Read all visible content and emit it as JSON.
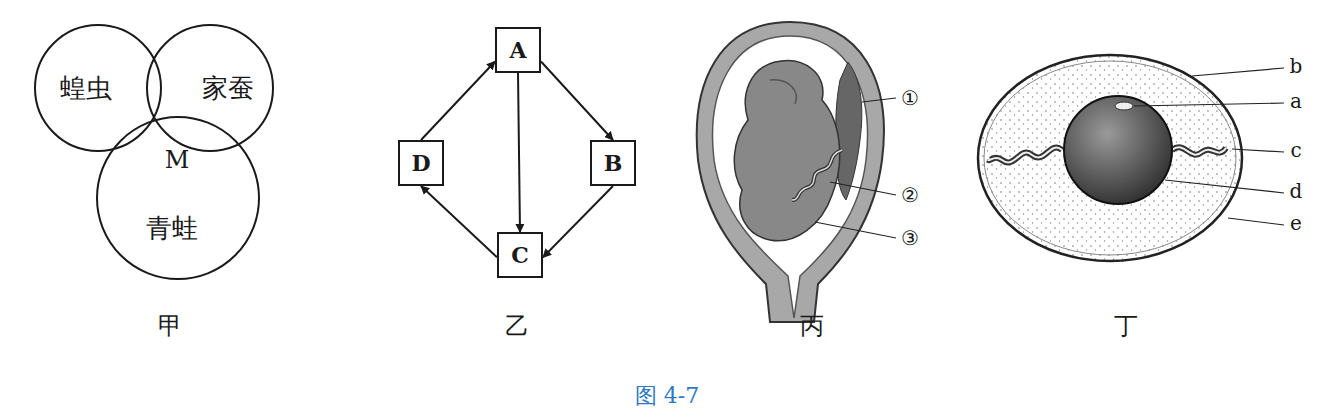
{
  "diagram": {
    "caption": "图 4-7",
    "nodes": [
      {
        "text": [
          "蝗虫"
        ]
      },
      {
        "text": [
          "家蚕"
        ]
      },
      {
        "text": [
          "青蛙"
        ]
      },
      {
        "text": [
          "A"
        ]
      },
      {
        "text": [
          "D"
        ]
      },
      {
        "text": [
          "B"
        ]
      },
      {
        "text": [
          "C"
        ]
      }
    ],
    "edges": [
      {
        "from": 3,
        "to": 5,
        "arrow": "to"
      },
      {
        "from": 3,
        "to": 6,
        "arrow": "to"
      },
      {
        "from": 5,
        "to": 6,
        "arrow": "to"
      },
      {
        "from": 6,
        "to": 4,
        "arrow": "to"
      },
      {
        "from": 4,
        "to": 3,
        "arrow": "to"
      }
    ],
    "labels": [
      "M",
      "甲",
      "乙",
      "①",
      "②",
      "③",
      "丙",
      "b",
      "a",
      "c",
      "d",
      "e",
      "丁"
    ]
  }
}
